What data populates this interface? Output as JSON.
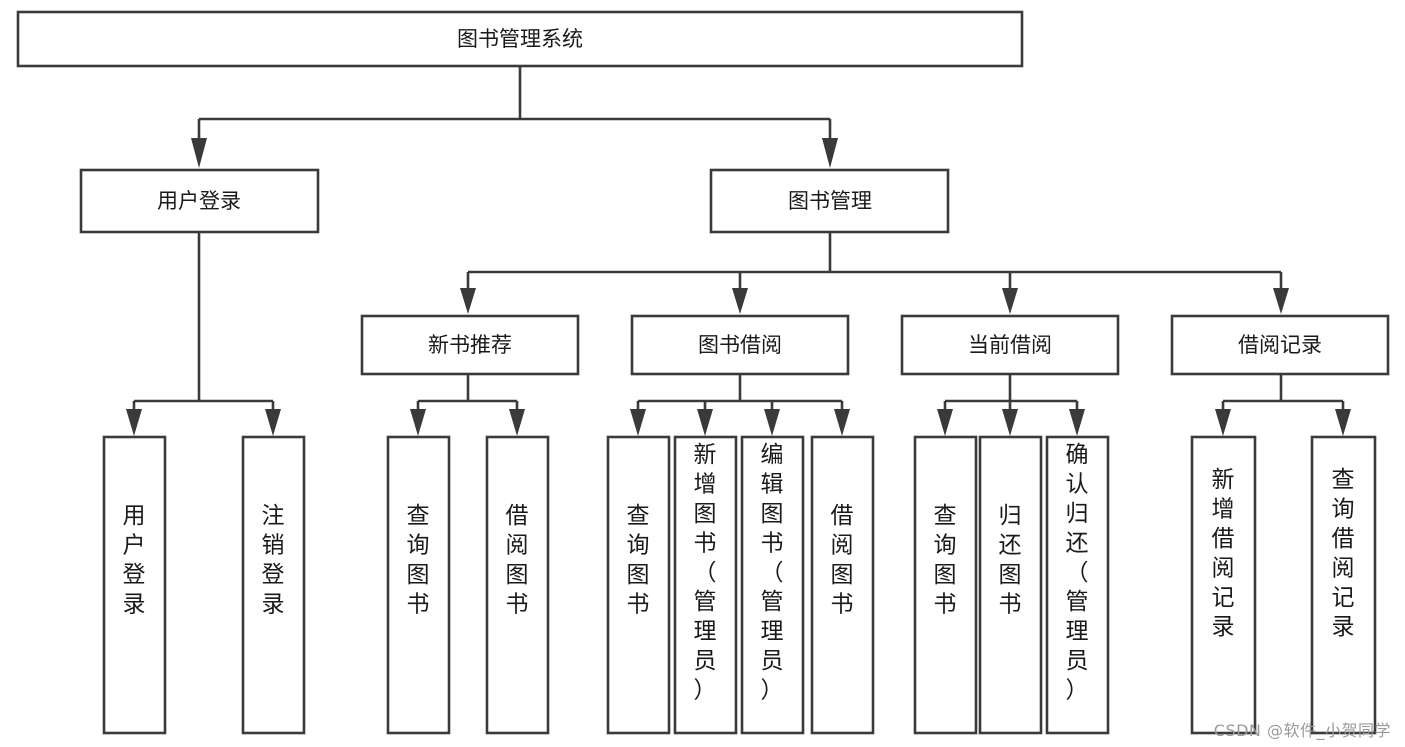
{
  "diagram": {
    "title": "图书管理系统",
    "watermark": "CSDN @软件_小贺同学",
    "accent_color": "#3a3a3a",
    "background_color": "#ffffff",
    "levels": {
      "root": {
        "label": "图书管理系统"
      },
      "level2": [
        {
          "id": "user-login",
          "label": "用户登录"
        },
        {
          "id": "book-management",
          "label": "图书管理"
        }
      ],
      "level3": [
        {
          "id": "new-book-recommend",
          "label": "新书推荐"
        },
        {
          "id": "book-borrow",
          "label": "图书借阅"
        },
        {
          "id": "current-borrow",
          "label": "当前借阅"
        },
        {
          "id": "borrow-record",
          "label": "借阅记录"
        }
      ],
      "leaves": {
        "user_login": [
          {
            "id": "leaf-user-login",
            "label": "用户登录"
          },
          {
            "id": "leaf-logout-login",
            "label": "注销登录"
          }
        ],
        "new_book_recommend": [
          {
            "id": "leaf-query-book-1",
            "label": "查询图书"
          },
          {
            "id": "leaf-borrow-book-1",
            "label": "借阅图书"
          }
        ],
        "book_borrow": [
          {
            "id": "leaf-query-book-2",
            "label": "查询图书"
          },
          {
            "id": "leaf-add-book",
            "label": "新增图书（管理员）"
          },
          {
            "id": "leaf-edit-book",
            "label": "编辑图书（管理员）"
          },
          {
            "id": "leaf-borrow-book-2",
            "label": "借阅图书"
          }
        ],
        "current_borrow": [
          {
            "id": "leaf-query-book-3",
            "label": "查询图书"
          },
          {
            "id": "leaf-return-book",
            "label": "归还图书"
          },
          {
            "id": "leaf-confirm-return",
            "label": "确认归还（管理员）"
          }
        ],
        "borrow_record": [
          {
            "id": "leaf-add-borrow-record",
            "label": "新增借阅记录"
          },
          {
            "id": "leaf-query-borrow-record",
            "label": "查询借阅记录"
          }
        ]
      }
    }
  }
}
